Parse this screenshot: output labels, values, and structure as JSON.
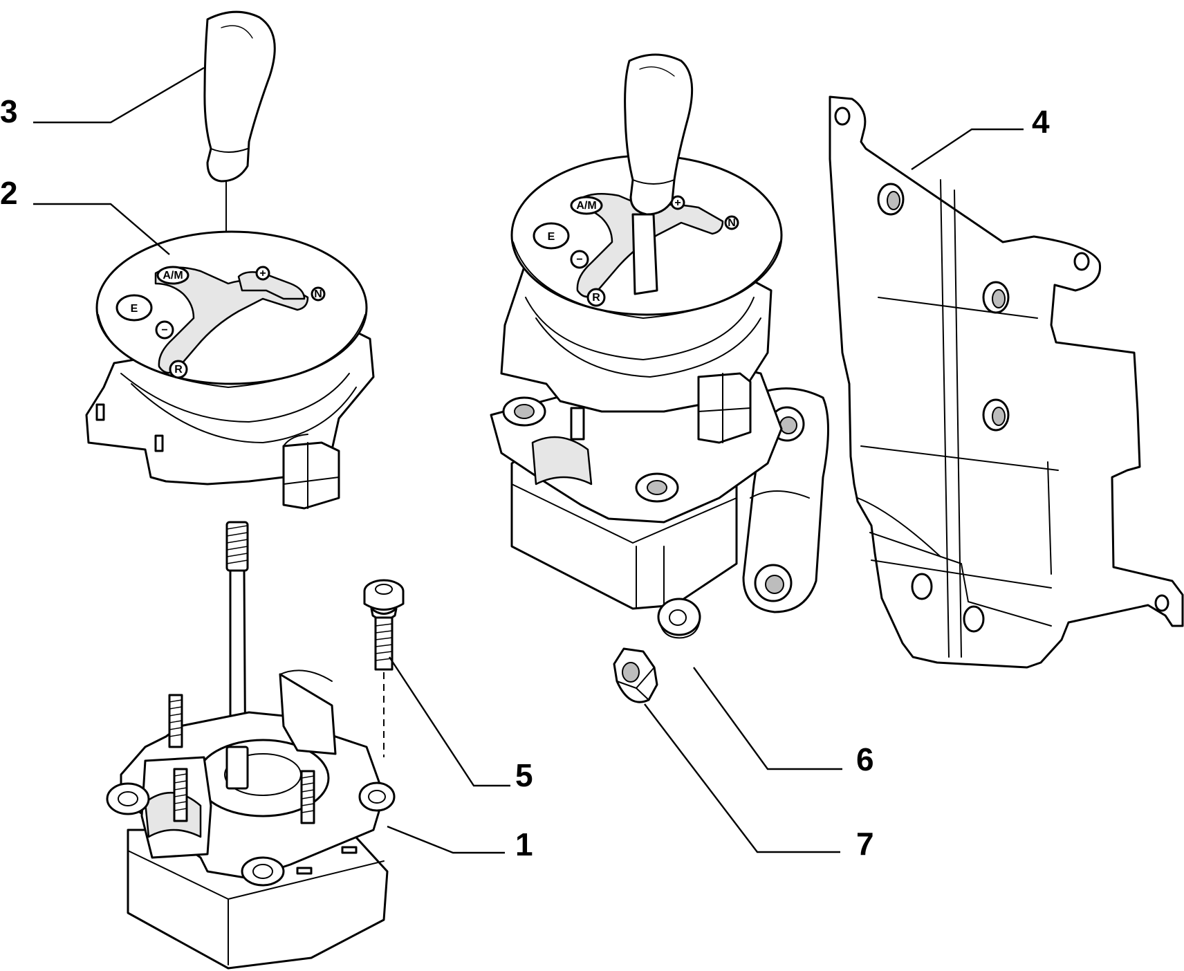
{
  "callouts": [
    {
      "id": "1",
      "label": "1"
    },
    {
      "id": "2",
      "label": "2"
    },
    {
      "id": "3",
      "label": "3"
    },
    {
      "id": "4",
      "label": "4"
    },
    {
      "id": "5",
      "label": "5"
    },
    {
      "id": "6",
      "label": "6"
    },
    {
      "id": "7",
      "label": "7"
    }
  ],
  "gate_symbols": {
    "a_m": "A/M",
    "e": "E",
    "minus": "−",
    "plus": "+",
    "r": "R",
    "n": "N"
  }
}
